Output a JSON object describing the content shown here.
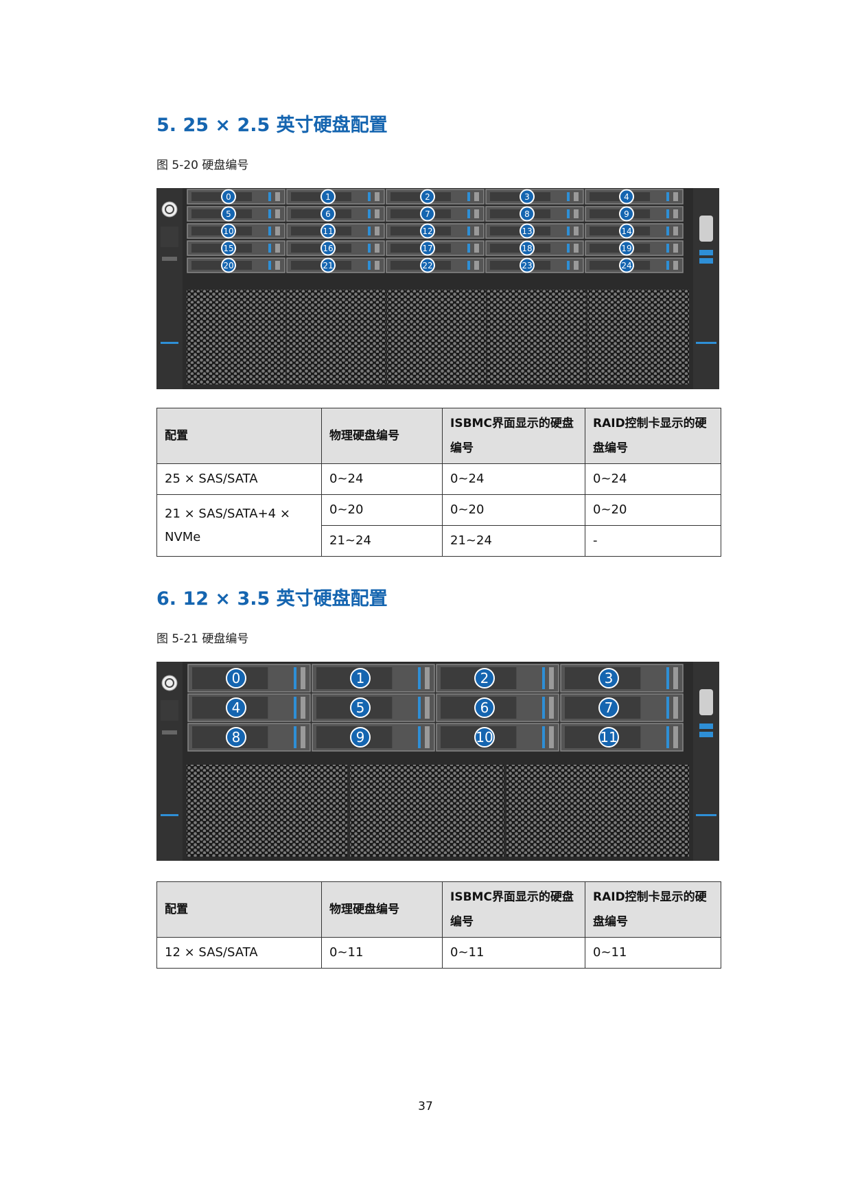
{
  "section1": {
    "heading": "5. 25 × 2.5 英寸硬盘配置",
    "caption": "图 5-20  硬盘编号",
    "bay_numbers": [
      0,
      1,
      2,
      3,
      4,
      5,
      6,
      7,
      8,
      9,
      10,
      11,
      12,
      13,
      14,
      15,
      16,
      17,
      18,
      19,
      20,
      21,
      22,
      23,
      24
    ],
    "table": {
      "headers": [
        "配置",
        "物理硬盘编号",
        "ISBMC界面显示的硬盘编号",
        "RAID控制卡显示的硬盘编号"
      ],
      "rows": [
        [
          "25 × SAS/SATA",
          "0~24",
          "0~24",
          "0~24"
        ],
        [
          "21 × SAS/SATA+4 × NVMe",
          "0~20",
          "0~20",
          "0~20"
        ],
        [
          "",
          "21~24",
          "21~24",
          "-"
        ]
      ]
    }
  },
  "section2": {
    "heading": "6. 12 × 3.5 英寸硬盘配置",
    "caption": "图 5-21  硬盘编号",
    "bay_numbers": [
      0,
      1,
      2,
      3,
      4,
      5,
      6,
      7,
      8,
      9,
      10,
      11
    ],
    "table": {
      "headers": [
        "配置",
        "物理硬盘编号",
        "ISBMC界面显示的硬盘编号",
        "RAID控制卡显示的硬盘编号"
      ],
      "rows": [
        [
          "12 × SAS/SATA",
          "0~11",
          "0~11",
          "0~11"
        ]
      ]
    }
  },
  "page_number": "37",
  "colors": {
    "heading": "#1565b0",
    "badge": "#1565b0",
    "chassis": "#2b2b2b",
    "accent": "#2e8fd6"
  }
}
